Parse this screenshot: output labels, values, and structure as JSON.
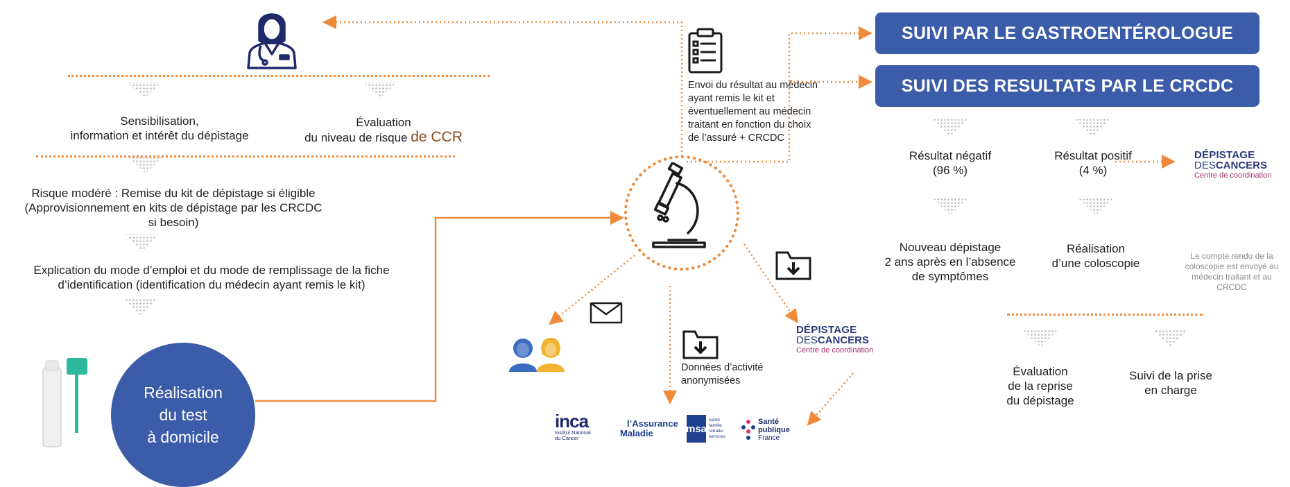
{
  "left": {
    "sensibilisation": "Sensibilisation,\ninformation et intérêt du dépistage",
    "evaluation_prefix": "Évaluation\ndu niveau de risque ",
    "evaluation_ccr": "de CCR",
    "risque": "Risque modéré : Remise du kit de  dépistage si éligible\n(Approvisionnement en kits de dépistage par les CRCDC\nsi besoin)",
    "explication": "Explication du mode d’emploi et du mode de remplissage de la fiche\nd’identification (identification du médecin ayant remis le kit)",
    "realisation": "Réalisation\ndu test\nà domicile"
  },
  "center": {
    "envoi": "Envoi du résultat au médecin\nayant remis le kit et\néventuellement au médecin\ntraitant en fonction du choix\nde l’assuré + CRCDC",
    "donnees": "Données d’activité\nanonymisées"
  },
  "right": {
    "box1": "SUIVI PAR LE GASTROENTÉROLOGUE",
    "box2": "SUIVI  DES RESULTATS PAR LE CRCDC",
    "negatif": "Résultat négatif\n(96 %)",
    "positif": "Résultat positif\n(4 %)",
    "nouveau": "Nouveau dépistage\n2 ans après en l’absence\nde symptômes",
    "realisation_colo": "Réalisation\nd’une coloscopie",
    "note": "Le compte rendu de la\ncoloscopie est envoyé au\nmédecin traitant et au\nCRCDC",
    "eval_reprise": "Évaluation\nde la reprise\ndu dépistage",
    "suivi_prise": "Suivi de la prise\nen charge"
  },
  "logo_depistage": {
    "line1": "DÉPISTAGE",
    "line2a": "DES",
    "line2b": "CANCERS",
    "line3": "Centre de coordination"
  },
  "partners": {
    "inca_main": "inca",
    "inca_sub": "Institut National\ndu Cancer",
    "assurance_l1": "l’Assurance",
    "assurance_l2": "Maladie",
    "msa_letters": "msa",
    "msa_words": "santé\nfamille\nretraite\nservices",
    "sp_l1": "Santé",
    "sp_l2": "publique",
    "sp_l3": "France"
  },
  "colors": {
    "accent_orange": "#ee8a3a",
    "navy": "#1f2a6b",
    "box_blue": "#3b5ca8",
    "note_gray": "#8a8a8a"
  },
  "icons": [
    "doctor-icon",
    "clipboard-icon",
    "microscope-icon",
    "envelope-icon",
    "folder-download-icon",
    "patients-icon",
    "test-kit-icon"
  ]
}
